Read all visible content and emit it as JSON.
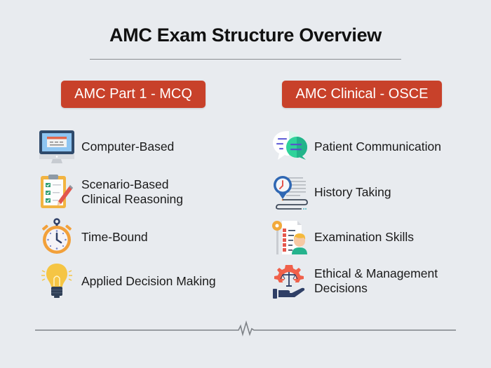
{
  "title": "AMC Exam Structure Overview",
  "columns": [
    {
      "heading": "AMC Part 1 - MCQ",
      "items": [
        {
          "icon": "computer-monitor-icon",
          "label": "Computer-Based"
        },
        {
          "icon": "clipboard-checklist-icon",
          "label": "Scenario-Based\nClinical Reasoning"
        },
        {
          "icon": "stopwatch-icon",
          "label": "Time-Bound"
        },
        {
          "icon": "lightbulb-icon",
          "label": "Applied Decision Making"
        }
      ]
    },
    {
      "heading": "AMC Clinical - OSCE",
      "items": [
        {
          "icon": "chat-bubbles-icon",
          "label": "Patient Communication"
        },
        {
          "icon": "clock-timeline-icon",
          "label": "History Taking"
        },
        {
          "icon": "doctor-checklist-icon",
          "label": "Examination Skills"
        },
        {
          "icon": "scales-gear-hand-icon",
          "label": "Ethical & Management\nDecisions"
        }
      ]
    }
  ],
  "colors": {
    "background": "#e8ebef",
    "badge": "#c8412a",
    "badge_text": "#ffffff",
    "title": "#111111",
    "rule": "#8a8d91"
  }
}
